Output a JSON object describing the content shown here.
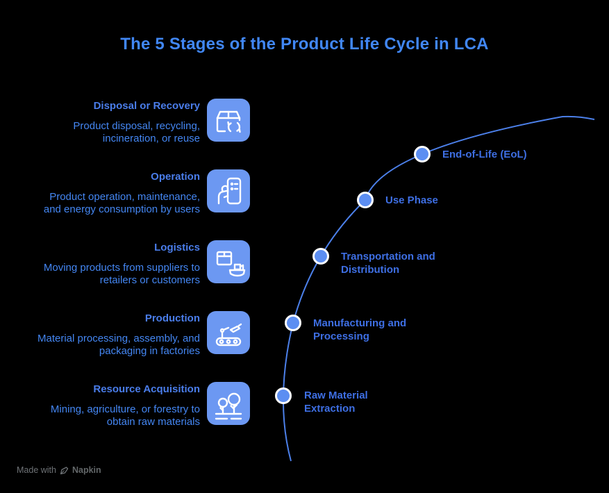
{
  "title": "The 5 Stages of the Product Life Cycle in LCA",
  "colors": {
    "background": "#000000",
    "title_blue": "#4187F5",
    "stage_name_blue": "#4A7DEA",
    "description_blue": "#4486F2",
    "curve_label_blue": "#3E6FE4",
    "tile_blue": "#6C98F2",
    "dot_blue": "#5C8EF2",
    "arc_blue": "#4C80EA",
    "icon_stroke": "#FFFFFF",
    "watermark_gray": "#6E7276"
  },
  "stages": [
    {
      "name": "Disposal or Recovery",
      "description": "Product disposal, recycling, incineration, or reuse",
      "icon": "package-recycle-icon",
      "curve_label": "End-of-Life (EoL)"
    },
    {
      "name": "Operation",
      "description": "Product operation, maintenance, and energy consumption by users",
      "icon": "hand-pressing-device-icon",
      "curve_label": "Use Phase"
    },
    {
      "name": "Logistics",
      "description": "Moving products from suppliers to retailers or customers",
      "icon": "box-and-ship-icon",
      "curve_label": "Transportation and Distribution"
    },
    {
      "name": "Production",
      "description": "Material processing, assembly, and packaging in factories",
      "icon": "conveyor-robot-arm-icon",
      "curve_label": "Manufacturing and Processing"
    },
    {
      "name": "Resource Acquisition",
      "description": "Mining, agriculture, or forestry to obtain raw materials",
      "icon": "trees-icon",
      "curve_label": "Raw Material Extraction"
    }
  ],
  "watermark": {
    "prefix": "Made with",
    "brand": "Napkin"
  }
}
